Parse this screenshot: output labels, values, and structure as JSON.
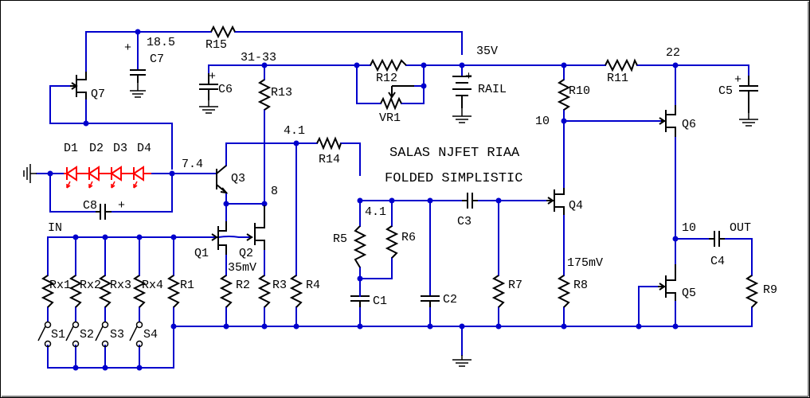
{
  "title": {
    "line1": "SALAS NJFET RIAA",
    "line2": "FOLDED SIMPLISTIC"
  },
  "voltages": {
    "v_c7": "18.5",
    "v_c6": "31-33",
    "v_rail": "35V",
    "v_r11": "22",
    "v_d": "7.4",
    "v_r14": "4.1",
    "v_r6": "4.1",
    "v_q3e": "8",
    "v_q2s": "35mV",
    "v_q6g": "10",
    "v_out": "10",
    "v_q4s": "175mV"
  },
  "labels": {
    "in": "IN",
    "out": "OUT",
    "rail": "RAIL"
  },
  "components": {
    "R15": "R15",
    "C7": "C7",
    "C6": "C6",
    "R13": "R13",
    "R12": "R12",
    "VR1": "VR1",
    "R10": "R10",
    "R11": "R11",
    "C5": "C5",
    "Q7": "Q7",
    "Q6": "Q6",
    "Q3": "Q3",
    "Q4": "Q4",
    "Q2": "Q2",
    "Q1": "Q1",
    "Q5": "Q5",
    "D1": "D1",
    "D2": "D2",
    "D3": "D3",
    "D4": "D4",
    "C8": "C8",
    "R14": "R14",
    "R5": "R5",
    "R6": "R6",
    "C3": "C3",
    "C4": "C4",
    "Rx1": "Rx1",
    "Rx2": "Rx2",
    "Rx3": "Rx3",
    "Rx4": "Rx4",
    "R1": "R1",
    "R2": "R2",
    "R3": "R3",
    "R4": "R4",
    "C1": "C1",
    "C2": "C2",
    "R7": "R7",
    "R8": "R8",
    "R9": "R9",
    "S1": "S1",
    "S2": "S2",
    "S3": "S3",
    "S4": "S4"
  },
  "plus_sign": "+"
}
